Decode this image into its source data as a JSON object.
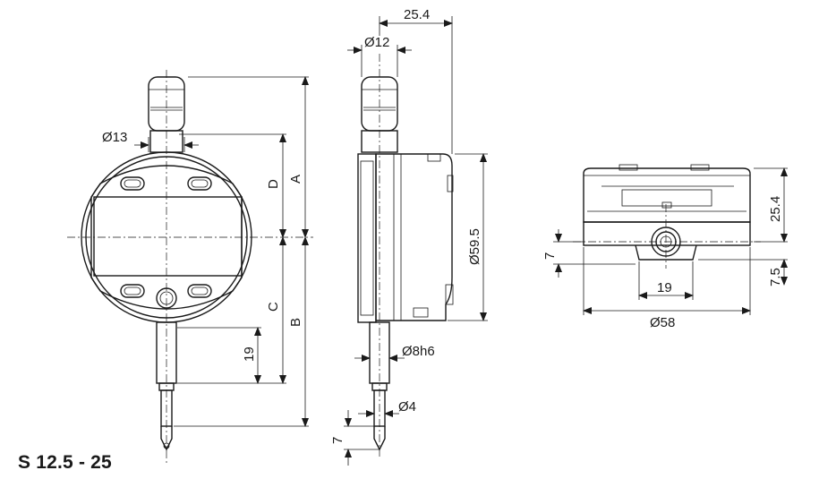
{
  "caption": "S 12.5 - 25",
  "dims": {
    "d_13": "Ø13",
    "d_12": "Ø12",
    "w_25_4": "25.4",
    "d_59_5": "Ø59.5",
    "d_8h6": "Ø8h6",
    "d_4": "Ø4",
    "h_19": "19",
    "h_7_side": "7",
    "label_A": "A",
    "label_B": "B",
    "label_C": "C",
    "label_D": "D",
    "top_25_4": "25.4",
    "top_7": "7",
    "top_7_5": "7.5",
    "top_19": "19",
    "top_58": "Ø58"
  }
}
